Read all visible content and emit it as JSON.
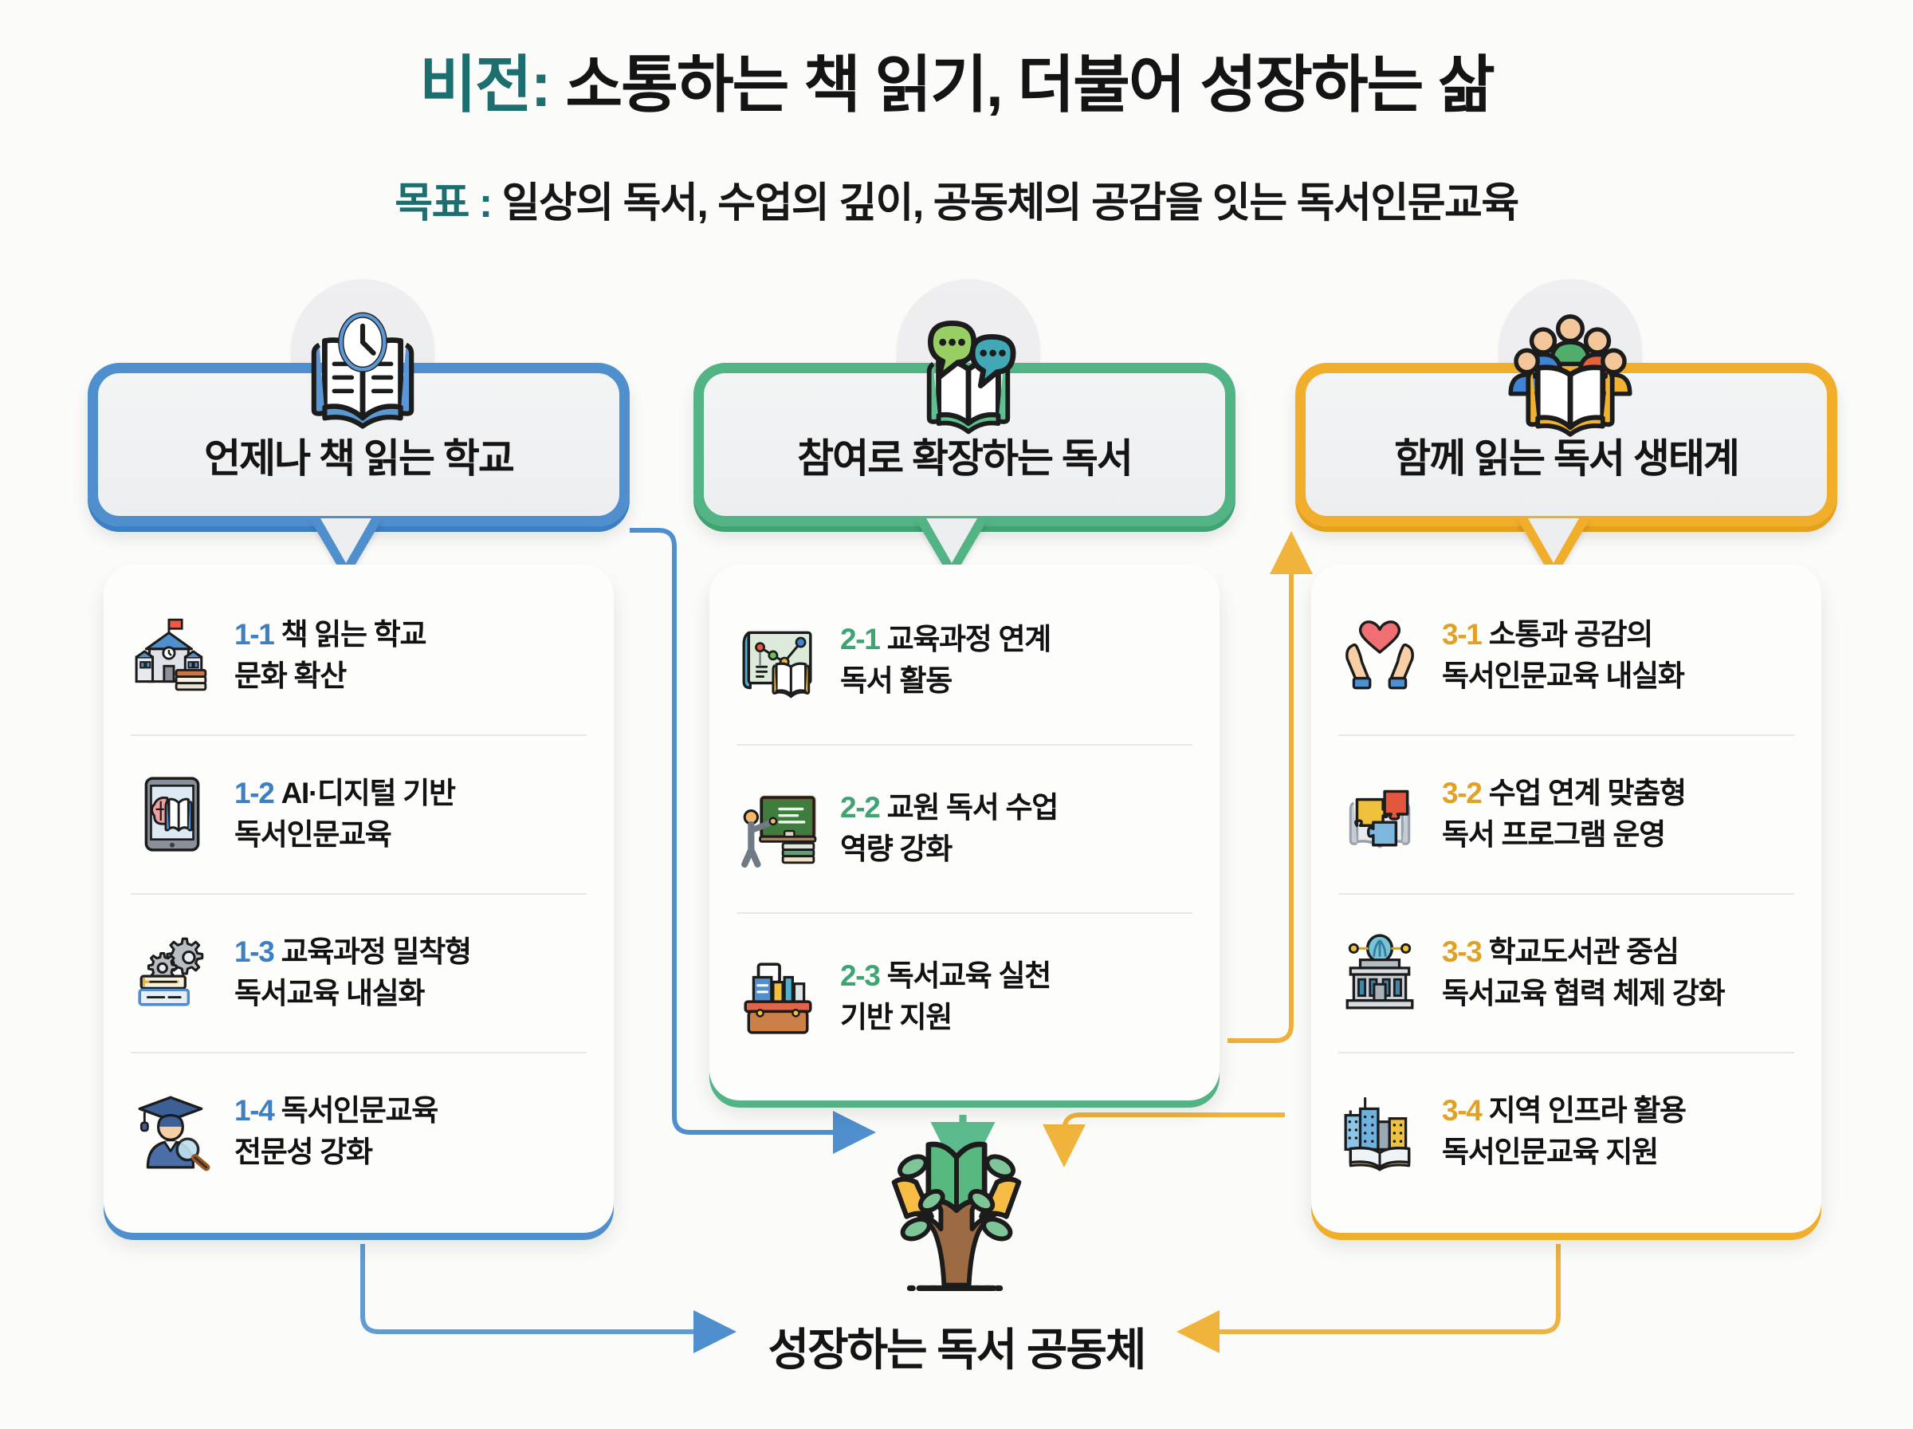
{
  "header": {
    "vision_lead": "비전:",
    "vision_text": " 소통하는 책 읽기, 더불어 성장하는 삶",
    "goal_lead": "목표 :",
    "goal_text": " 일상의 독서, 수업의 깊이, 공동체의 공감을 잇는 독서인문교육"
  },
  "colors": {
    "blue": "#4f8fce",
    "blue_dark": "#3d7fc4",
    "green": "#52b385",
    "green_dark": "#3fa374",
    "gold": "#f0ae2a",
    "gold_dark": "#e5a01c",
    "teal_accent": "#1d6e6e"
  },
  "columns": [
    {
      "id": "col-1",
      "title": "언제나 책 읽는 학교",
      "accent": "#4f8fce",
      "accent_dark": "#3d7fc4",
      "accent_text": "#3d7fc4",
      "header_icon": "book-clock-icon",
      "items": [
        {
          "num": "1-1",
          "line1": "책 읽는 학교",
          "line2": "문화 확산",
          "icon": "school-books-icon"
        },
        {
          "num": "1-2",
          "line1": "AI·디지털 기반",
          "line2": "독서인문교육",
          "icon": "tablet-brain-book-icon"
        },
        {
          "num": "1-3",
          "line1": "교육과정 밀착형",
          "line2": "독서교육 내실화",
          "icon": "gears-books-icon"
        },
        {
          "num": "1-4",
          "line1": "독서인문교육",
          "line2": "전문성 강화",
          "icon": "graduate-magnifier-icon"
        }
      ]
    },
    {
      "id": "col-2",
      "title": "참여로 확장하는 독서",
      "accent": "#52b385",
      "accent_dark": "#3fa374",
      "accent_text": "#3fa374",
      "header_icon": "speech-bubbles-book-icon",
      "items": [
        {
          "num": "2-1",
          "line1": "교육과정 연계",
          "line2": "독서 활동",
          "icon": "chart-board-book-icon"
        },
        {
          "num": "2-2",
          "line1": "교원 독서 수업",
          "line2": "역량 강화",
          "icon": "teacher-chalkboard-icon"
        },
        {
          "num": "2-3",
          "line1": "독서교육 실천",
          "line2": "기반 지원",
          "icon": "toolbox-books-icon"
        }
      ]
    },
    {
      "id": "col-3",
      "title": "함께 읽는 독서 생태계",
      "accent": "#f0ae2a",
      "accent_dark": "#e5a01c",
      "accent_text": "#e0a225",
      "header_icon": "people-book-icon",
      "items": [
        {
          "num": "3-1",
          "line1": "소통과 공감의",
          "line2": "독서인문교육 내실화",
          "icon": "heart-hands-icon"
        },
        {
          "num": "3-2",
          "line1": "수업 연계 맞춤형",
          "line2": "독서 프로그램 운영",
          "icon": "puzzle-book-icon"
        },
        {
          "num": "3-3",
          "line1": "학교도서관 중심",
          "line2": "독서교육 협력 체제 강화",
          "icon": "library-building-icon"
        },
        {
          "num": "3-4",
          "line1": "지역 인프라 활용",
          "line2": "독서인문교육 지원",
          "icon": "city-book-icon"
        }
      ]
    }
  ],
  "bottom": {
    "label": "성장하는 독서 공동체",
    "icon": "book-tree-icon"
  }
}
